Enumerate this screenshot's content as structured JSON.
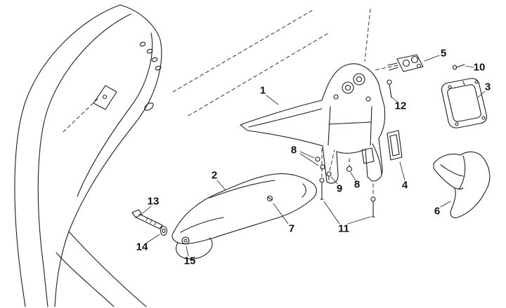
{
  "diagram": {
    "callouts": [
      {
        "label": "1"
      },
      {
        "label": "2"
      },
      {
        "label": "3"
      },
      {
        "label": "4"
      },
      {
        "label": "5"
      },
      {
        "label": "6"
      },
      {
        "label": "7"
      },
      {
        "label": "8"
      },
      {
        "label": "8"
      },
      {
        "label": "9"
      },
      {
        "label": "10"
      },
      {
        "label": "11"
      },
      {
        "label": "12"
      },
      {
        "label": "13"
      },
      {
        "label": "14"
      },
      {
        "label": "15"
      }
    ],
    "colors": {
      "line": "#1e1e1e",
      "background": "#ffffff"
    }
  }
}
